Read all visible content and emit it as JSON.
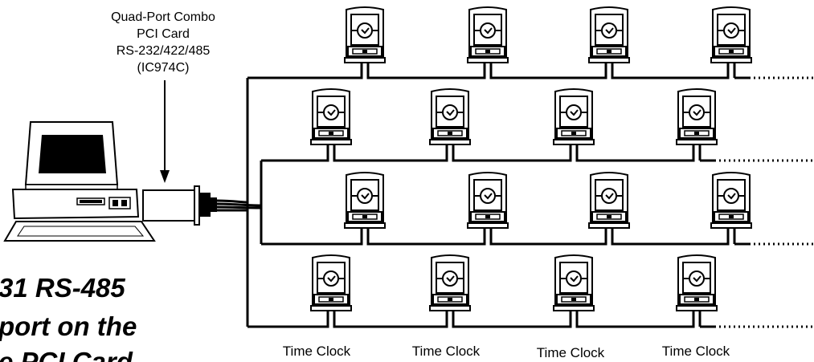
{
  "card": {
    "lines": [
      "Quad-Port Combo",
      "PCI Card",
      "RS-232/422/485",
      "(IC974C)"
    ]
  },
  "caption": {
    "lines": [
      "31 RS-485",
      "port on the",
      "e PCI Card"
    ]
  },
  "clock_labels": [
    "Time Clock",
    "Time Clock",
    "Time Clock",
    "Time Clock"
  ],
  "rows": [
    {
      "clocks": 4
    },
    {
      "clocks": 4
    },
    {
      "clocks": 4
    },
    {
      "clocks": 4
    }
  ]
}
